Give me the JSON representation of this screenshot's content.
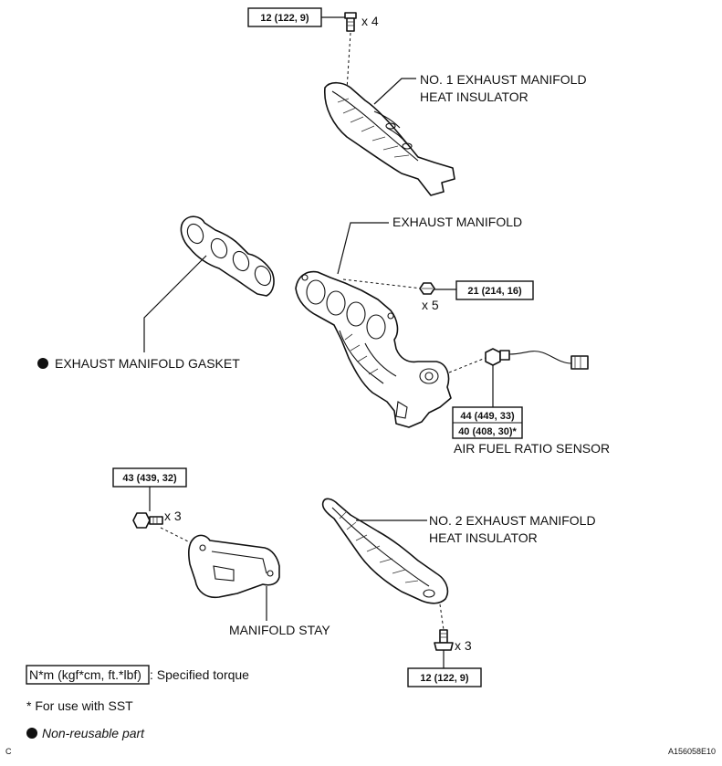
{
  "labels": {
    "heat_insulator_1_line1": "NO. 1 EXHAUST MANIFOLD",
    "heat_insulator_1_line2": "HEAT INSULATOR",
    "exhaust_manifold": "EXHAUST MANIFOLD",
    "gasket": "EXHAUST MANIFOLD GASKET",
    "air_fuel_sensor": "AIR FUEL RATIO SENSOR",
    "heat_insulator_2_line1": "NO. 2 EXHAUST MANIFOLD",
    "heat_insulator_2_line2": "HEAT INSULATOR",
    "manifold_stay": "MANIFOLD STAY"
  },
  "torques": {
    "insulator1_bolt": "12 (122, 9)",
    "manifold_nut": "21 (214, 16)",
    "sensor_a": "44 (449, 33)",
    "sensor_b": "40 (408, 30)*",
    "stay_bolt": "43 (439, 32)",
    "insulator2_bolt": "12 (122, 9)"
  },
  "quantities": {
    "insulator1_bolt": "x 4",
    "manifold_nut": "x 5",
    "stay_bolt": "x 3",
    "insulator2_bolt": "x 3"
  },
  "legend": {
    "torque_key": "N*m (kgf*cm, ft.*lbf)",
    "torque_desc": ": Specified torque",
    "sst_note": "* For use with SST",
    "non_reusable": "Non-reusable part"
  },
  "corner_letter": "C",
  "figure_id": "A156058E10"
}
